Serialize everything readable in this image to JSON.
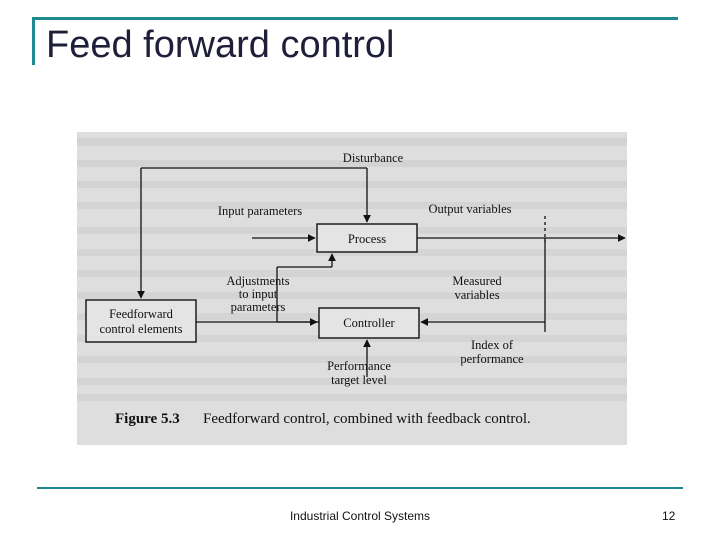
{
  "slide": {
    "title": "Feed forward control",
    "footer": "Industrial Control Systems",
    "page_number": "12"
  },
  "figure": {
    "caption_number": "Figure 5.3",
    "caption_text": "Feedforward control, combined with feedback control.",
    "boxes": {
      "process": "Process",
      "controller": "Controller",
      "feedforward_line1": "Feedforward",
      "feedforward_line2": "control elements"
    },
    "labels": {
      "disturbance": "Disturbance",
      "input_parameters": "Input parameters",
      "output_variables": "Output variables",
      "adjustments_line1": "Adjustments",
      "adjustments_line2": "to input",
      "adjustments_line3": "parameters",
      "measured_line1": "Measured",
      "measured_line2": "variables",
      "index_line1": "Index of",
      "index_line2": "performance",
      "target_line1": "Performance",
      "target_line2": "target level"
    }
  }
}
